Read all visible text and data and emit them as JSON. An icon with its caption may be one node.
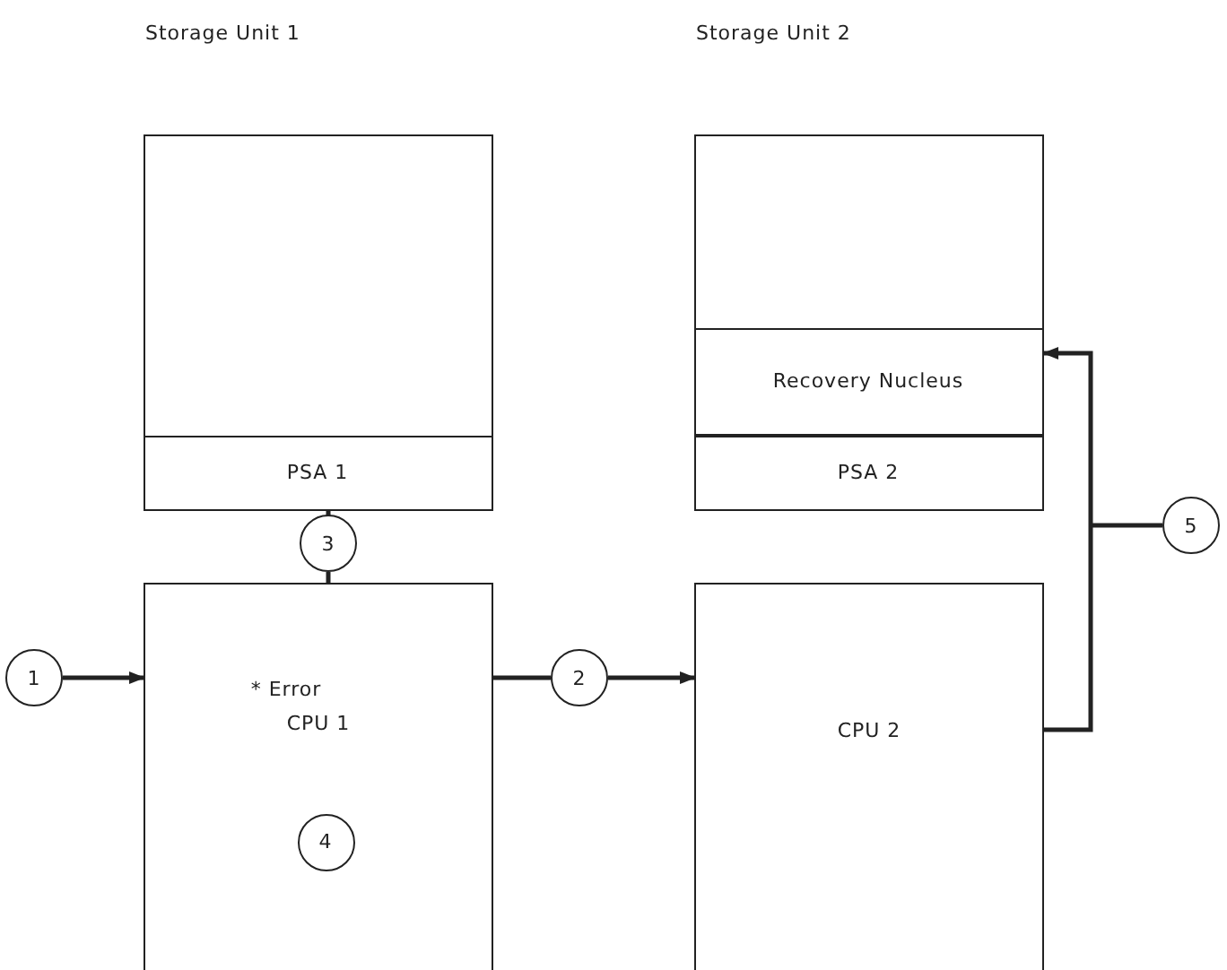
{
  "diagram": {
    "nodes": [
      {
        "text": [
          "Storage Unit 1"
        ]
      },
      {
        "text": [
          "PSA 1"
        ],
        "in": 0
      },
      {
        "text": [
          "Storage Unit 2"
        ]
      },
      {
        "text": [
          "Recovery Nucleus"
        ],
        "in": 2
      },
      {
        "text": [
          "PSA 2"
        ],
        "in": 2
      },
      {
        "text": [
          "5"
        ]
      },
      {
        "text": [
          "3"
        ]
      },
      {
        "text": [
          "1"
        ]
      },
      {
        "text": [
          "* Error",
          "CPU 1"
        ]
      },
      {
        "text": [
          "4"
        ],
        "in": 8
      },
      {
        "text": [
          "2"
        ]
      },
      {
        "text": [
          "CPU 2"
        ]
      }
    ],
    "edges": [
      {
        "from": 7,
        "to": 8,
        "arrow": "to"
      },
      {
        "from": 8,
        "to": 6,
        "arrow": "none"
      },
      {
        "from": 6,
        "to": 1,
        "arrow": "to"
      },
      {
        "from": 8,
        "to": 10,
        "arrow": "none"
      },
      {
        "from": 10,
        "to": 11,
        "arrow": "to"
      },
      {
        "from": 11,
        "to": 3,
        "arrow": "to"
      },
      {
        "from": 5,
        "to": null,
        "arrow": "none"
      }
    ]
  }
}
